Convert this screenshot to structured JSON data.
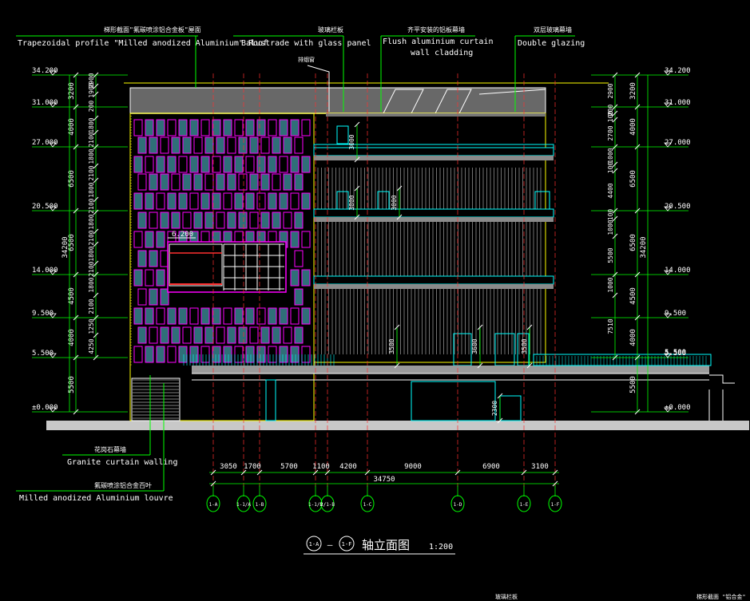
{
  "drawing": {
    "title": "轴立面图",
    "scale": "1:200",
    "axis_from": "1-A",
    "axis_to": "1-F",
    "dash": "—"
  },
  "annotations_top": [
    {
      "cn": "梯形截面\"氟碳喷涂铝合金板\"屋面",
      "en": "Trapezoidal profile \"Milled anodized Aluminium\" Roof"
    },
    {
      "cn": "玻璃栏板",
      "en": "Balustrade with glass panel"
    },
    {
      "cn": "齐平安装的铝板幕墙",
      "en": "Flush aluminium curtain",
      "en2": "wall cladding"
    },
    {
      "cn": "双层玻璃幕墙",
      "en": "Double glazing"
    },
    {
      "cn": "排烟窗"
    }
  ],
  "annotations_bottom": [
    {
      "cn": "花岗石幕墙",
      "en": "Granite curtain walling"
    },
    {
      "cn": "氟碳喷涂铝合金百叶",
      "en": "Milled anodized  Aluminium  louvre"
    }
  ],
  "levels": [
    "34.200",
    "31.000",
    "27.000",
    "20.500",
    "14.000",
    "9.500",
    "5.500",
    "±0.000"
  ],
  "level_right_extra": "5.500",
  "left_dims_outer": [
    "3200",
    "4000",
    "6500",
    "6500",
    "4500",
    "4000",
    "5500"
  ],
  "left_total": "34200",
  "left_dims_inner": [
    "2900",
    "1900",
    "200",
    "1800",
    "2100",
    "1800",
    "2100",
    "1800",
    "2100",
    "1800",
    "2100",
    "1800",
    "2100",
    "1800",
    "2100",
    "1250",
    "4250"
  ],
  "right_dims_outer": [
    "3200",
    "4000",
    "6500",
    "6500",
    "4500",
    "4000",
    "5500"
  ],
  "right_total": "34200",
  "right_dims_inner": [
    "2900",
    "200",
    "100",
    "2700",
    "1000",
    "100",
    "4400",
    "100",
    "1000",
    "5500",
    "1000",
    "7510"
  ],
  "interior_dims": [
    "3000",
    "3000",
    "3000",
    "3500",
    "3600",
    "3500",
    "2300"
  ],
  "marker_level": "6.200",
  "axis_dims": [
    "3050",
    "1700",
    "5700",
    "1100",
    "4200",
    "9000",
    "6900",
    "3100"
  ],
  "axis_total": "34750",
  "axes": [
    "1-A",
    "1-1/A",
    "1-B",
    "1-1/B",
    "2/1-B",
    "1-C",
    "1-D",
    "1-E",
    "1-F"
  ],
  "footer_labels": [
    "玻璃栏板",
    "梯形截面 \"铝合金\""
  ],
  "colors": {
    "background": "#000000",
    "white": "#ffffff",
    "green": "#00ff00",
    "yellow": "#ffff00",
    "magenta": "#ff00ff",
    "cyan": "#00ffff",
    "red": "#ff3030",
    "teal_panel": "#2f6f78"
  }
}
